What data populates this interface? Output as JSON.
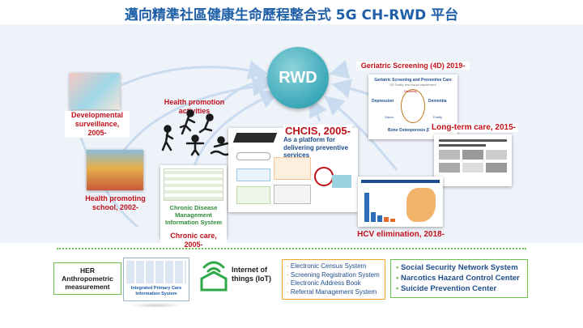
{
  "title": "邁向精準社區健康生命歷程整合式 5G CH-RWD 平台",
  "center": {
    "label": "RWD"
  },
  "labels": {
    "developmental": "Developmental surveillance, 2005-",
    "health_promotion": "Health promotion activities",
    "health_school": "Health promoting school, 2002-",
    "chronic_disease": "Chronic Disease Management Information System",
    "chronic_care": "Chronic care, 2005-",
    "chcis_title": "CHCIS, 2005-",
    "chcis_sub": "As a platform for delivering preventive services",
    "geriatric": "Geriatric Screening (4D) 2019-",
    "ltc": "Long-term care, 2015-",
    "hcv": "HCV elimination, 2018-"
  },
  "geriatric_doc": {
    "heading": "Geriatric Screening and Preventive Care",
    "subheading": "5D Frailty and visual impairment",
    "terms": [
      "Depression",
      "Dementia",
      "Disability",
      "Vision",
      "Frailty",
      "Bone Osteoporosis (DXA)"
    ]
  },
  "bottom": {
    "her": "HER Anthropometric measurement",
    "ipc_label": "Integrated Primary Care Information System",
    "iot": "Internet of things (IoT)",
    "orange_list": [
      "Electronic Census System",
      "Screening Registration System",
      "Electronic Address Book",
      "Referral Management System"
    ],
    "green_list": [
      "Social Security Network System",
      "Narcotics Hazard Control Center",
      "Suicide Prevention Center"
    ]
  },
  "colors": {
    "title": "#1f5fa8",
    "red": "#c0101a",
    "green": "#6cc24a",
    "orange": "#f2a52a",
    "teal": "#3aa8b8"
  }
}
